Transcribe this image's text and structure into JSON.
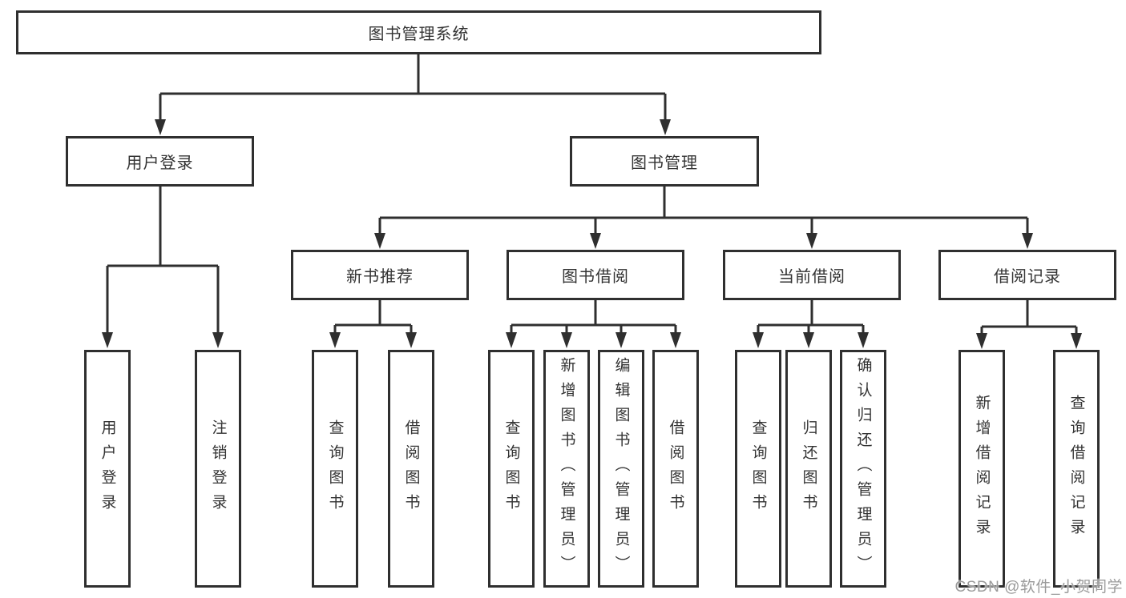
{
  "tree": {
    "root": {
      "label": "图书管理系统"
    },
    "branches": [
      {
        "label": "用户登录",
        "children": [
          {
            "label": "用户登录"
          },
          {
            "label": "注销登录"
          }
        ]
      },
      {
        "label": "图书管理",
        "children": [
          {
            "label": "新书推荐",
            "children": [
              {
                "label": "查询图书"
              },
              {
                "label": "借阅图书"
              }
            ]
          },
          {
            "label": "图书借阅",
            "children": [
              {
                "label": "查询图书"
              },
              {
                "label": "新增图书（管理员）"
              },
              {
                "label": "编辑图书（管理员）"
              },
              {
                "label": "借阅图书"
              }
            ]
          },
          {
            "label": "当前借阅",
            "children": [
              {
                "label": "查询图书"
              },
              {
                "label": "归还图书"
              },
              {
                "label": "确认归还（管理员）"
              }
            ]
          },
          {
            "label": "借阅记录",
            "children": [
              {
                "label": "新增借阅记录"
              },
              {
                "label": "查询借阅记录"
              }
            ]
          }
        ]
      }
    ]
  },
  "watermark": {
    "text": "CSDN @软件_小贺同学"
  },
  "colors": {
    "line": "#2f2f2f",
    "text": "#333333",
    "watermark": "#9b9b9b",
    "background": "#ffffff"
  }
}
